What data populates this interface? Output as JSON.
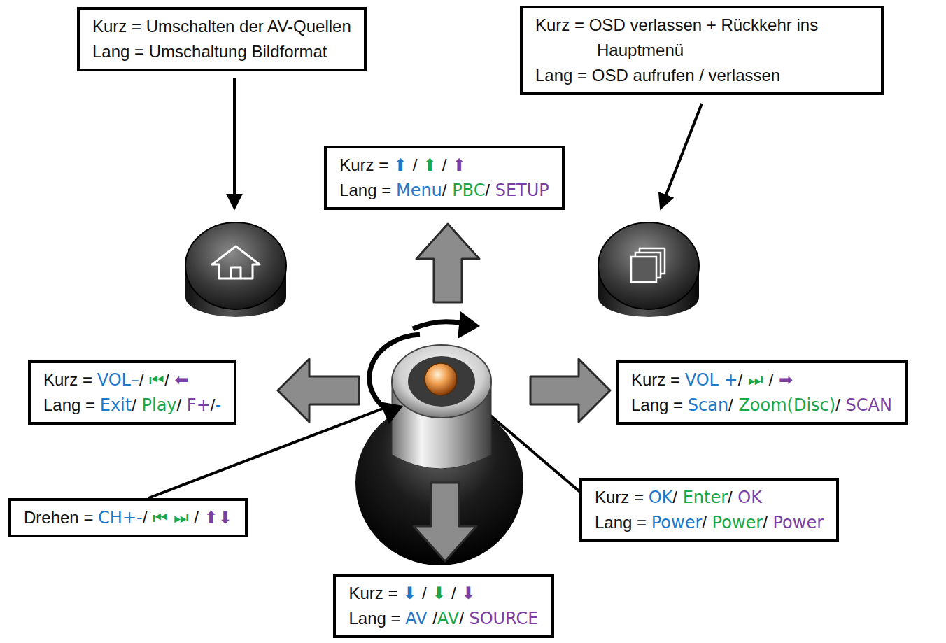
{
  "diagram": {
    "nodes": [
      {
        "text": [
          "Kurz = Umschalten der AV-Quellen",
          "Lang = Umschaltung Bildformat"
        ]
      },
      {
        "text": [
          "Kurz = OSD verlassen + Rückkehr ins Hauptmenü",
          "Lang = OSD aufrufen / verlassen"
        ]
      },
      {
        "text": [
          "Kurz = ⬆ / ⬆ / ⬆",
          "Lang = Menu/ PBC/ SETUP"
        ]
      },
      {
        "text": [
          "Kurz = VOL–/ ⏮/ ⬅",
          "Lang = Exit/ Play/ F+/-"
        ]
      },
      {
        "text": [
          "Kurz = VOL +/ ⏭ / ➡",
          "Lang = Scan/ Zoom(Disc)/ SCAN"
        ]
      },
      {
        "text": [
          "Drehen = CH+-/ ⏮ ⏭ / ⬆⬇"
        ]
      },
      {
        "text": [
          "Kurz = OK/ Enter/ OK",
          "Lang = Power/ Power/ Power"
        ]
      },
      {
        "text": [
          "Kurz = ⬇ / ⬇ / ⬇",
          "Lang = AV /AV/ SOURCE"
        ]
      }
    ]
  }
}
